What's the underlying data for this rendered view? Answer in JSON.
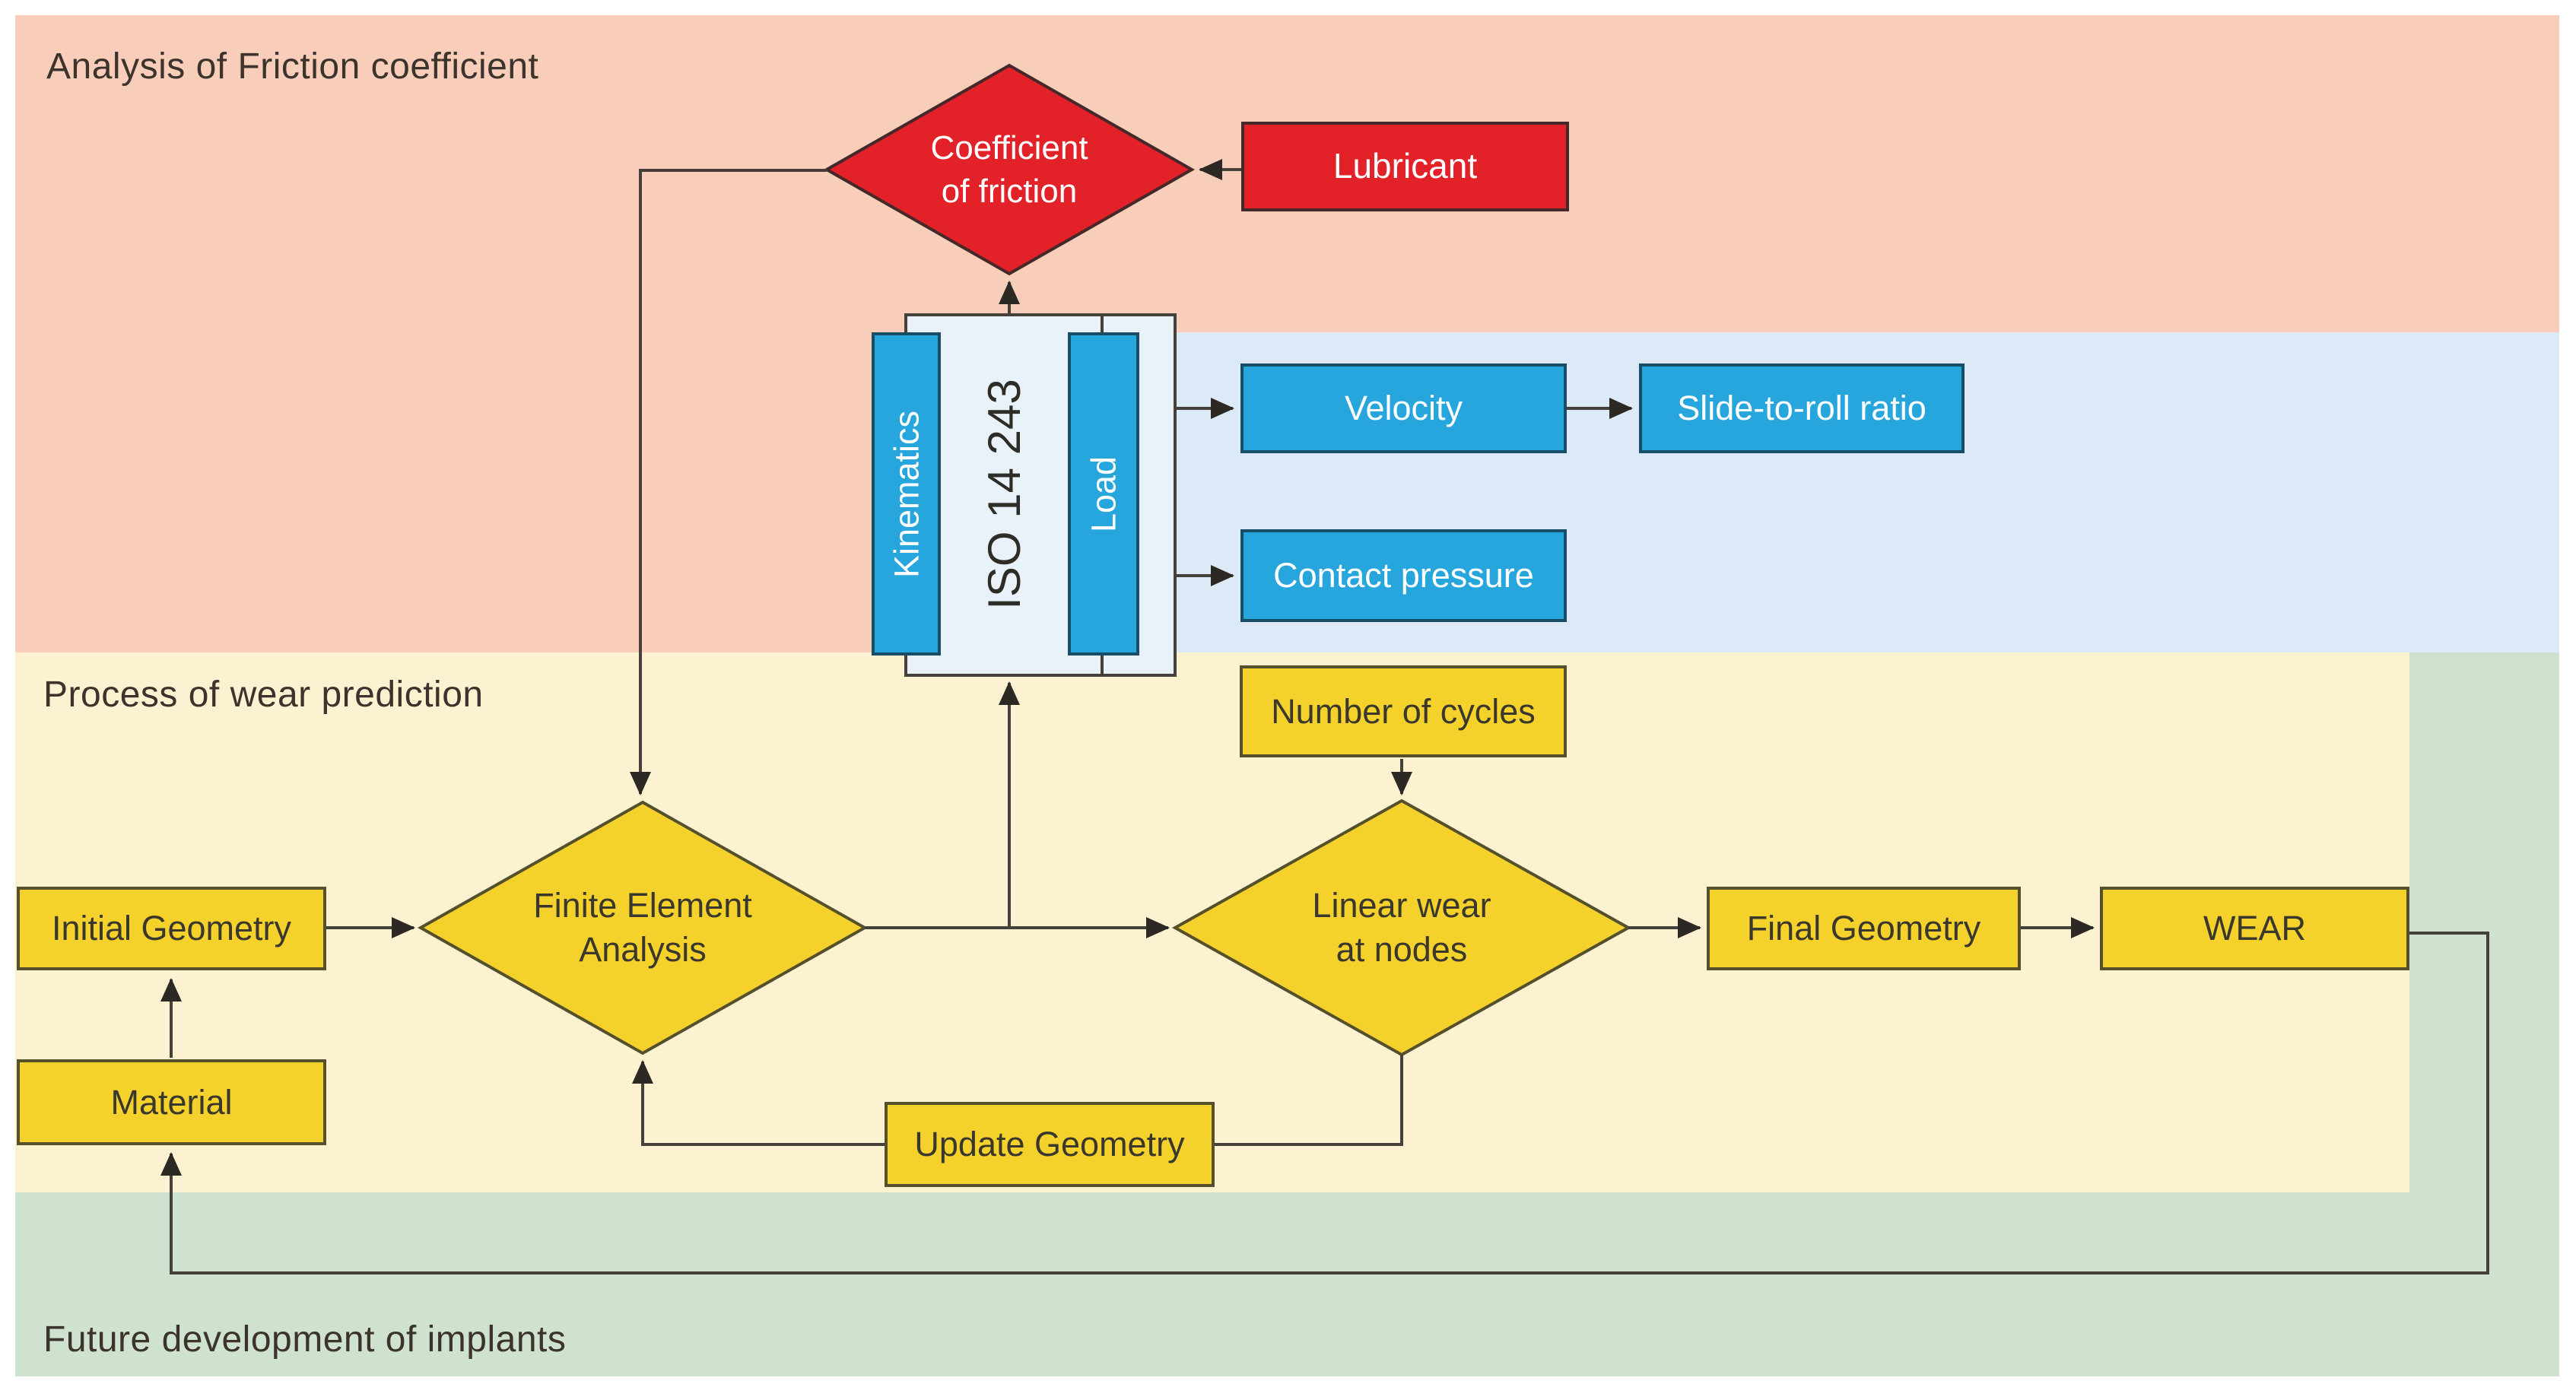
{
  "regions": {
    "friction": {
      "label": "Analysis of Friction coefficient",
      "color": "#f8ceba"
    },
    "wear_prediction": {
      "label": "Process of wear prediction",
      "color": "#fcf2d1"
    },
    "future_development": {
      "label": "Future development of implants",
      "color": "#cfe2cf"
    },
    "iso_band": {
      "color": "#dbeaf6"
    }
  },
  "nodes": {
    "coefficient_of_friction": {
      "line1": "Coefficient",
      "line2": "of friction",
      "shape": "diamond",
      "color": "#e32129"
    },
    "lubricant": {
      "label": "Lubricant",
      "shape": "rect",
      "color": "#e32129"
    },
    "kinematics": {
      "label": "Kinematics",
      "shape": "vertical-bar",
      "color": "#27a6de"
    },
    "iso_standard": {
      "label": "ISO 14 243",
      "shape": "vertical-text"
    },
    "load": {
      "label": "Load",
      "shape": "vertical-bar",
      "color": "#27a6de"
    },
    "velocity": {
      "label": "Velocity",
      "shape": "rect",
      "color": "#27a6de"
    },
    "slide_to_roll": {
      "label": "Slide-to-roll ratio",
      "shape": "rect",
      "color": "#27a6de"
    },
    "contact_pressure": {
      "label": "Contact pressure",
      "shape": "rect",
      "color": "#27a6de"
    },
    "number_of_cycles": {
      "label": "Number of cycles",
      "shape": "rect",
      "color": "#f4d22b"
    },
    "initial_geometry": {
      "label": "Initial Geometry",
      "shape": "rect",
      "color": "#f4d22b"
    },
    "material": {
      "label": "Material",
      "shape": "rect",
      "color": "#f4d22b"
    },
    "finite_element_analysis": {
      "line1": "Finite Element",
      "line2": "Analysis",
      "shape": "diamond",
      "color": "#f4d22b"
    },
    "linear_wear_at_nodes": {
      "line1": "Linear wear",
      "line2": "at nodes",
      "shape": "diamond",
      "color": "#f4d22b"
    },
    "update_geometry": {
      "label": "Update Geometry",
      "shape": "rect",
      "color": "#f4d22b"
    },
    "final_geometry": {
      "label": "Final Geometry",
      "shape": "rect",
      "color": "#f4d22b"
    },
    "wear": {
      "label": "WEAR",
      "shape": "rect",
      "color": "#f4d22b"
    }
  },
  "palette": {
    "salmon_region": "#f8ceba",
    "yellow_region": "#fcf2d1",
    "green_region": "#cfe2cf",
    "blue_band": "#dbeaf6",
    "iso_box_fill": "#eaf2f9",
    "red_fill": "#e32129",
    "blue_fill": "#27a6de",
    "yellow_fill": "#f4d22b",
    "line_color": "#45403a",
    "dark_text": "#3a372d"
  }
}
